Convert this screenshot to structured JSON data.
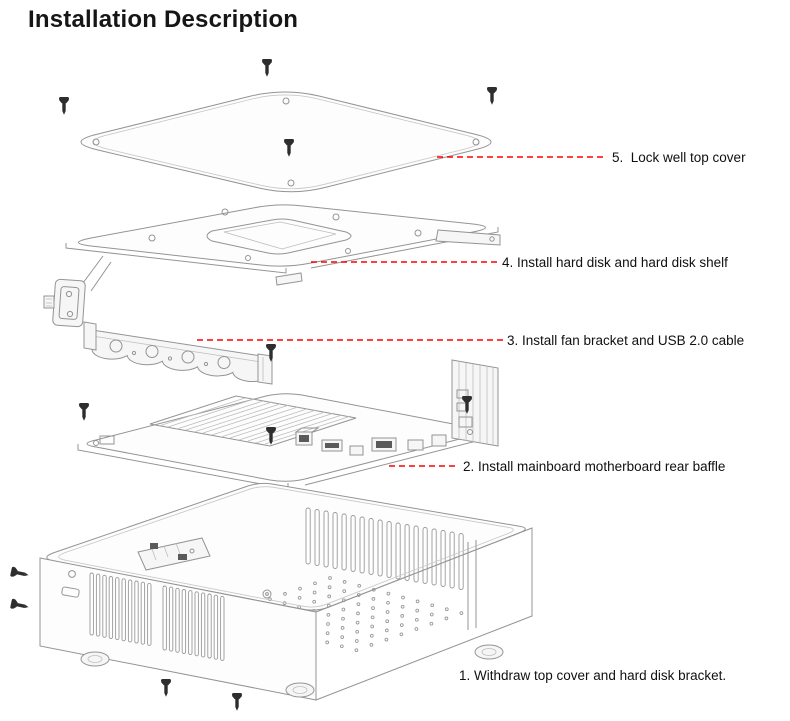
{
  "page": {
    "title": "Installation Description"
  },
  "diagram": {
    "leader_color": "#ff0000",
    "screw_color": "#2e2e2e",
    "line_color": "#949494"
  },
  "steps": [
    {
      "number": "5",
      "label": "5.  Lock well top cover"
    },
    {
      "number": "4",
      "label": "4. Install hard disk and hard disk shelf"
    },
    {
      "number": "3",
      "label": "3. Install fan bracket and USB 2.0 cable"
    },
    {
      "number": "2",
      "label": "2. Install mainboard motherboard rear baffle"
    },
    {
      "number": "1",
      "label": "1. Withdraw top cover and hard disk bracket."
    }
  ]
}
